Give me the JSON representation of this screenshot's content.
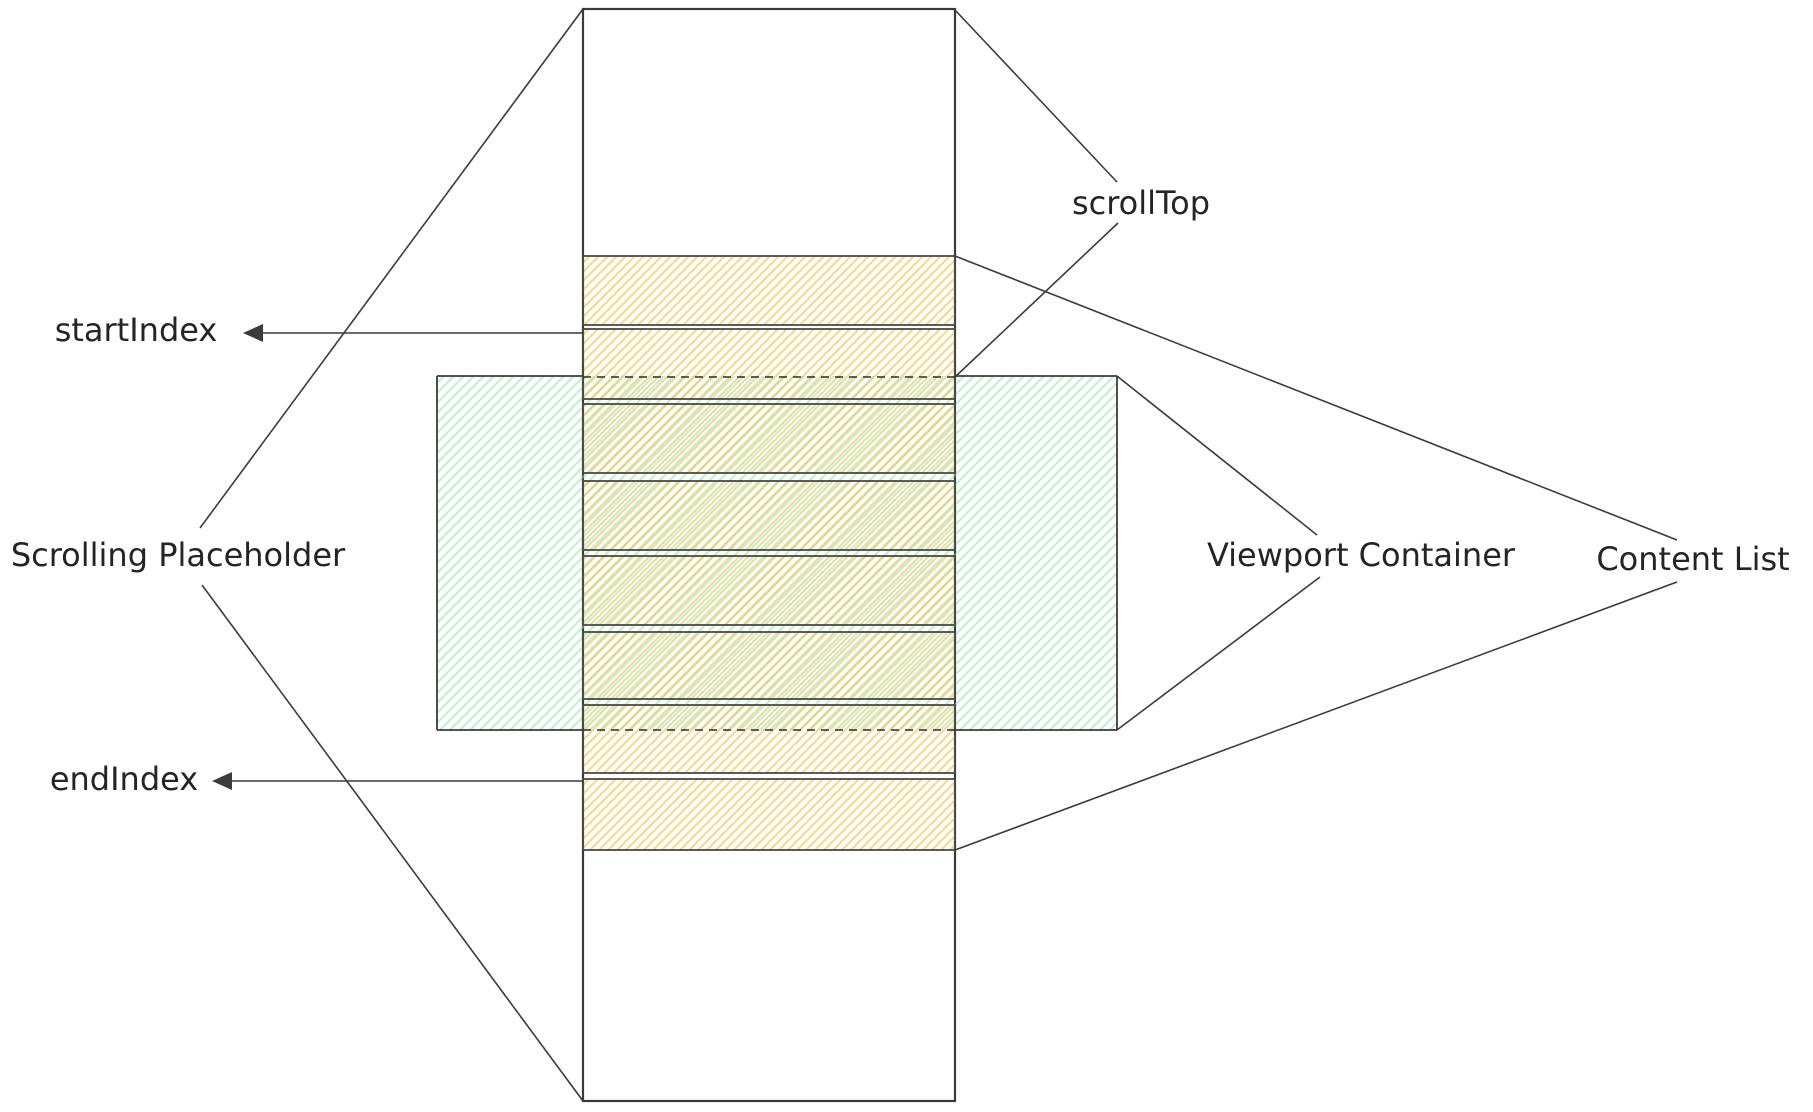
{
  "diagram": {
    "title": "virtual-scrolling-diagram",
    "labels": {
      "scroll_top": "scrollTop",
      "start_index": "startIndex",
      "end_index": "endIndex",
      "scrolling_placeholder": "Scrolling Placeholder",
      "viewport_container": "Viewport Container",
      "content_list": "Content List"
    },
    "colors": {
      "ink": "#3b3b3b",
      "yellow-hatch": "#f0c24b",
      "green-hatch": "#8fdfa8",
      "bg": "#ffffff"
    },
    "rendered_item_count": 8
  }
}
